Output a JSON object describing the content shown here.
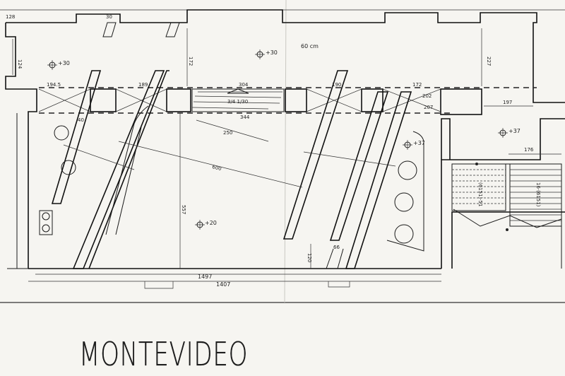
{
  "title": "MONTEVIDEO",
  "dimensions": {
    "total_length": "1407",
    "inner_length": "1497",
    "hall_depth": "557",
    "stair_width": "176",
    "bay_width": "197",
    "hall_diagonal": "600",
    "center_diagonal": "250",
    "left_notch": "124",
    "top_left": "128",
    "gap_top": "30",
    "niche_left": "194.5",
    "wall_piece": "189",
    "window_span": "304",
    "beam": "344",
    "small_a": "172",
    "small_b": "190",
    "right_beam": "202",
    "right_top": "207",
    "vertical_172": "172",
    "vertical_227": "227",
    "stair_steps_a": "(6151)·51",
    "stair_steps_b": "16·(6151)",
    "small_120": "120",
    "small_66": "66",
    "small_40": "40"
  },
  "levels": {
    "lounge_left": "+30",
    "lounge_mid": "+30",
    "hall": "+20",
    "right_a": "+37",
    "right_b": "+37"
  },
  "annotations": {
    "room_note": "60 cm",
    "window_note": "3/4 1/30"
  }
}
